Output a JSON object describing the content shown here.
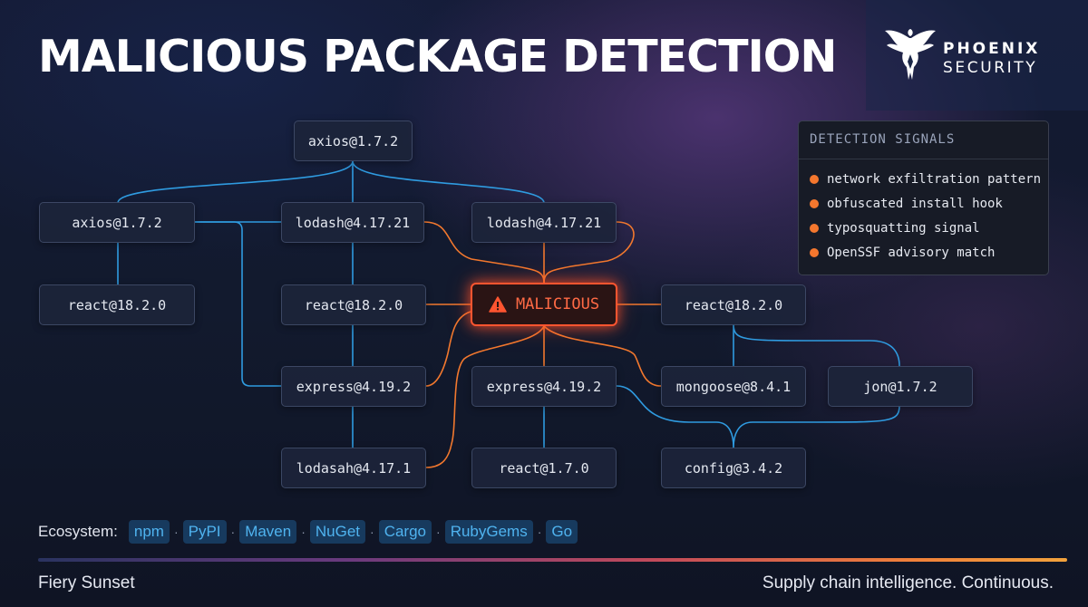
{
  "title": "MALICIOUS PACKAGE DETECTION",
  "brand": {
    "line1": "PHOENIX",
    "line2": "SECURITY",
    "icon": "phoenix-icon"
  },
  "nodes": {
    "axios_root": "axios@1.7.2",
    "axios_left": "axios@1.7.2",
    "lodash_a": "lodash@4.17.21",
    "lodash_b": "lodash@4.17.21",
    "react_left": "react@18.2.0",
    "react_mid": "react@18.2.0",
    "malicious": "MALICIOUS",
    "react_right": "react@18.2.0",
    "express_a": "express@4.19.2",
    "express_b": "express@4.19.2",
    "mongoose": "mongoose@8.4.1",
    "jon": "jon@1.7.2",
    "lodasah": "lodasah@4.17.1",
    "react_170": "react@1.7.0",
    "config": "config@3.4.2"
  },
  "malicious_icon": "warning-icon",
  "signals": {
    "title": "DETECTION SIGNALS",
    "items": [
      "network exfiltration pattern",
      "obfuscated install hook",
      "typosquatting signal",
      "OpenSSF advisory match"
    ]
  },
  "ecosystem": {
    "label": "Ecosystem:",
    "items": [
      "npm",
      "PyPI",
      "Maven",
      "NuGet",
      "Cargo",
      "RubyGems",
      "Go"
    ],
    "separator": "·"
  },
  "footer": {
    "left": "Fiery Sunset",
    "right": "Supply chain intelligence. Continuous."
  },
  "colors": {
    "edge_normal": "#2f9be0",
    "edge_malicious": "#f2782e",
    "malicious": "#ff5530",
    "signal_dot": "#f4772e",
    "chip_text": "#4fb3ef"
  }
}
